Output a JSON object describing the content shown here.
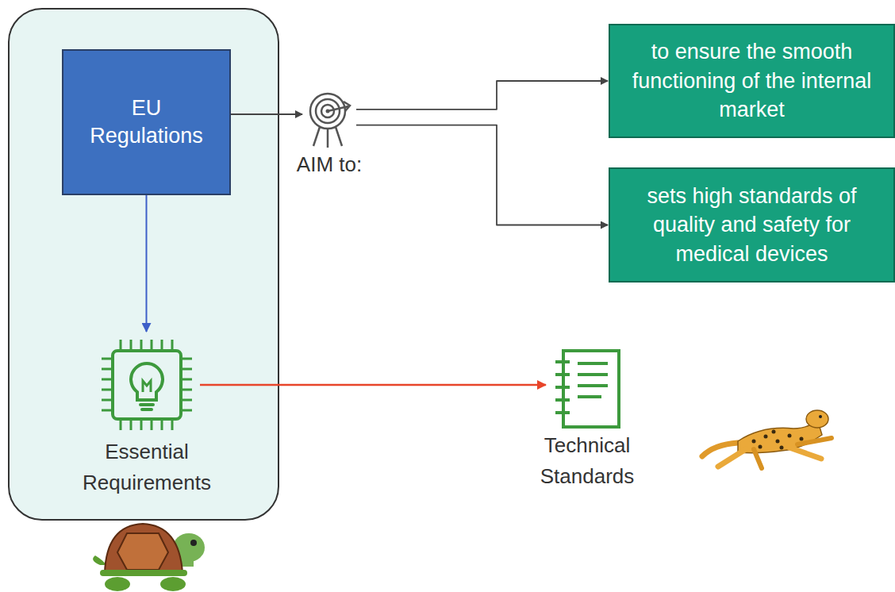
{
  "diagram": {
    "nodes": [
      {
        "text": [
          "EU Regulations"
        ]
      },
      {
        "text": [
          "Essential Requirements"
        ]
      },
      {
        "text": [
          "AIM to:"
        ]
      },
      {
        "text": [
          "to ensure the smooth functioning of the internal market"
        ]
      },
      {
        "text": [
          "sets high standards of quality and safety for medical devices"
        ]
      },
      {
        "text": [
          "Technical Standards"
        ]
      }
    ],
    "edges": [
      {
        "from": 0,
        "to": 2,
        "arrow": "to"
      },
      {
        "from": 2,
        "to": 3,
        "arrow": "to"
      },
      {
        "from": 2,
        "to": 4,
        "arrow": "to"
      },
      {
        "from": 0,
        "to": 1,
        "arrow": "to"
      },
      {
        "from": 1,
        "to": 5,
        "arrow": "to"
      }
    ]
  }
}
